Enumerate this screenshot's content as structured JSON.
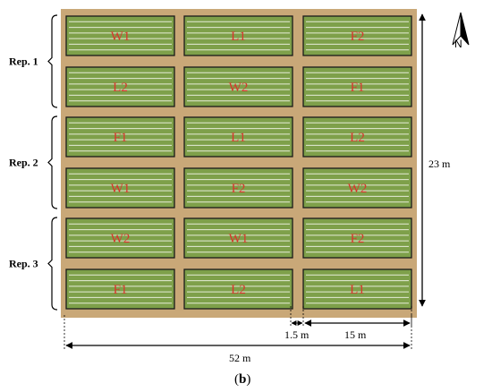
{
  "replicates": [
    {
      "label": "Rep. 1",
      "rows": [
        [
          "W1",
          "L1",
          "F2"
        ],
        [
          "L2",
          "W2",
          "F1"
        ]
      ]
    },
    {
      "label": "Rep. 2",
      "rows": [
        [
          "F1",
          "L1",
          "L2"
        ],
        [
          "W1",
          "F2",
          "W2"
        ]
      ]
    },
    {
      "label": "Rep. 3",
      "rows": [
        [
          "W2",
          "W1",
          "F2"
        ],
        [
          "F1",
          "L2",
          "L1"
        ]
      ]
    }
  ],
  "dimensions": {
    "height_label": "23 m",
    "width_label": "52 m",
    "gap_label": "1.5 m",
    "plot_label": "15 m"
  },
  "north_label": "N",
  "caption": {
    "open": "(",
    "letter": "b",
    "close": ")"
  },
  "colors": {
    "field": "#c9a878",
    "plot_fill": "#7ea04a",
    "plot_border": "#1a1a1a",
    "row_line": "#e6ecd8",
    "plot_text": "#d8342c"
  }
}
